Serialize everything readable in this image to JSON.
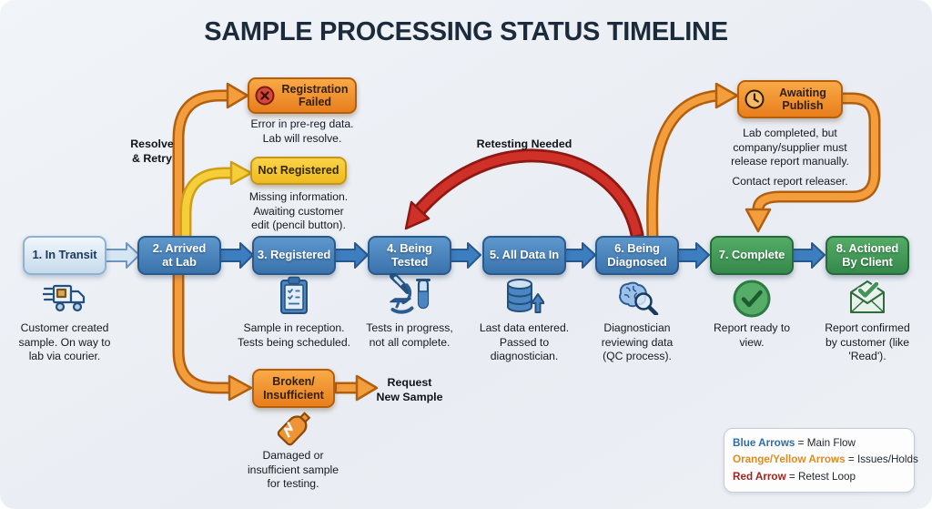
{
  "title": "SAMPLE PROCESSING STATUS TIMELINE",
  "steps": [
    {
      "label": "1. In Transit",
      "desc": "Customer created sample. On way to lab via courier.",
      "icon": "delivery-truck"
    },
    {
      "label": "2. Arrived at Lab",
      "desc": "",
      "icon": ""
    },
    {
      "label": "3. Registered",
      "desc": "Sample in reception. Tests being scheduled.",
      "icon": "clipboard"
    },
    {
      "label": "4. Being Tested",
      "desc": "Tests in progress, not all complete.",
      "icon": "microscope"
    },
    {
      "label": "5. All Data In",
      "desc": "Last data entered. Passed to diagnostician.",
      "icon": "database"
    },
    {
      "label": "6. Being Diagnosed",
      "desc": "Diagnostician reviewing data (QC process).",
      "icon": "brain-magnifier"
    },
    {
      "label": "7. Complete",
      "desc": "Report ready to view.",
      "icon": "check-circle"
    },
    {
      "label": "8. Actioned By Client",
      "desc": "Report confirmed by customer (like 'Read').",
      "icon": "envelope-check"
    }
  ],
  "offshoots": {
    "registration_failed": {
      "label": "Registration Failed",
      "desc": "Error in pre-reg data. Lab will resolve.",
      "icon": "error-x"
    },
    "not_registered": {
      "label": "Not Registered",
      "desc": "Missing information. Awaiting customer edit (pencil button)."
    },
    "broken_insufficient": {
      "label": "Broken/​Insufficient",
      "action_label": "Request New Sample",
      "desc": "Damaged or insufficient sample for testing.",
      "icon": "broken-bottle"
    },
    "awaiting_publish": {
      "label": "Awaiting Publish",
      "desc": "Lab completed, but company/supplier must release report manually.",
      "note": "Contact report releaser.",
      "icon": "clock"
    }
  },
  "annotations": {
    "resolve_retry": "Resolve & Retry",
    "retesting_needed": "Retesting Needed"
  },
  "legend": [
    {
      "term": "Blue Arrows",
      "rest": " = Main Flow",
      "color": "#2e6da8"
    },
    {
      "term": "Orange/Yellow Arrows",
      "rest": " = Issues/Holds",
      "color": "#df8c1e"
    },
    {
      "term": "Red Arrow",
      "rest": " = Retest Loop",
      "color": "#a02520"
    }
  ],
  "colors": {
    "main_flow_blue": "#3d7ec0",
    "issues_orange": "#ef9933",
    "issues_yellow": "#f2c52e",
    "retest_red": "#c62f25",
    "complete_green": "#3f9655"
  }
}
